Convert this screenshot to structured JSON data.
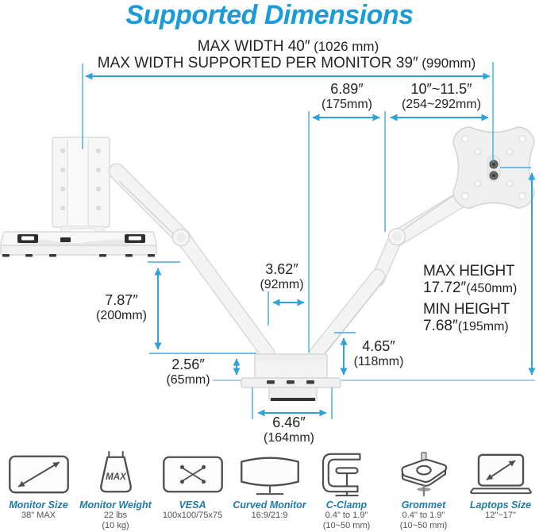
{
  "title": "Supported Dimensions",
  "colors": {
    "title_blue": "#1B9BD8",
    "dimension_line_blue": "#2FA2DC",
    "spec_label_teal": "#1E7CA9",
    "text_dark": "#232425",
    "icon_stroke_gray": "#4D4E50",
    "product_white": "#F4F4F5"
  },
  "width_dims": {
    "max_width": {
      "value": "MAX WIDTH 40″",
      "metric": "(1026 mm)"
    },
    "per_monitor": {
      "value": "MAX WIDTH SUPPORTED PER MONITOR 39″",
      "metric": "(990mm)"
    }
  },
  "dims": {
    "arm_extension": {
      "value": "6.89″",
      "metric": "(175mm)"
    },
    "vesa_reach": {
      "value": "10″~11.5″",
      "metric": "(254~292mm)"
    },
    "arm_base_gap": {
      "value": "3.62″",
      "metric": "(92mm)"
    },
    "tray_drop": {
      "value": "7.87″",
      "metric": "(200mm)"
    },
    "riser_height": {
      "value": "2.56″",
      "metric": "(65mm)"
    },
    "min_arm_height": {
      "value": "4.65″",
      "metric": "(118mm)"
    },
    "base_width": {
      "value": "6.46″",
      "metric": "(164mm)"
    },
    "max_height": {
      "title": "MAX HEIGHT",
      "value": "17.72″",
      "metric": "(450mm)"
    },
    "min_height": {
      "title": "MIN HEIGHT",
      "value": "7.68″",
      "metric": "(195mm)"
    }
  },
  "spec": {
    "items": [
      {
        "label": "Monitor Size",
        "sub1": "38\" MAX",
        "sub2": ""
      },
      {
        "label": "Monitor Weight",
        "sub1": "22 lbs",
        "sub2": "(10 kg)",
        "icon_text": "MAX"
      },
      {
        "label": "VESA",
        "sub1": "100x100/75x75",
        "sub2": ""
      },
      {
        "label": "Curved Monitor",
        "sub1": "16:9/21:9",
        "sub2": ""
      },
      {
        "label": "C-Clamp",
        "sub1": "0.4\" to 1.9\"",
        "sub2": "(10~50 mm)"
      },
      {
        "label": "Grommet",
        "sub1": "0.4\" to 1.9\"",
        "sub2": "(10~50 mm)"
      },
      {
        "label": "Laptops Size",
        "sub1": "12\"~17\"",
        "sub2": ""
      }
    ]
  }
}
